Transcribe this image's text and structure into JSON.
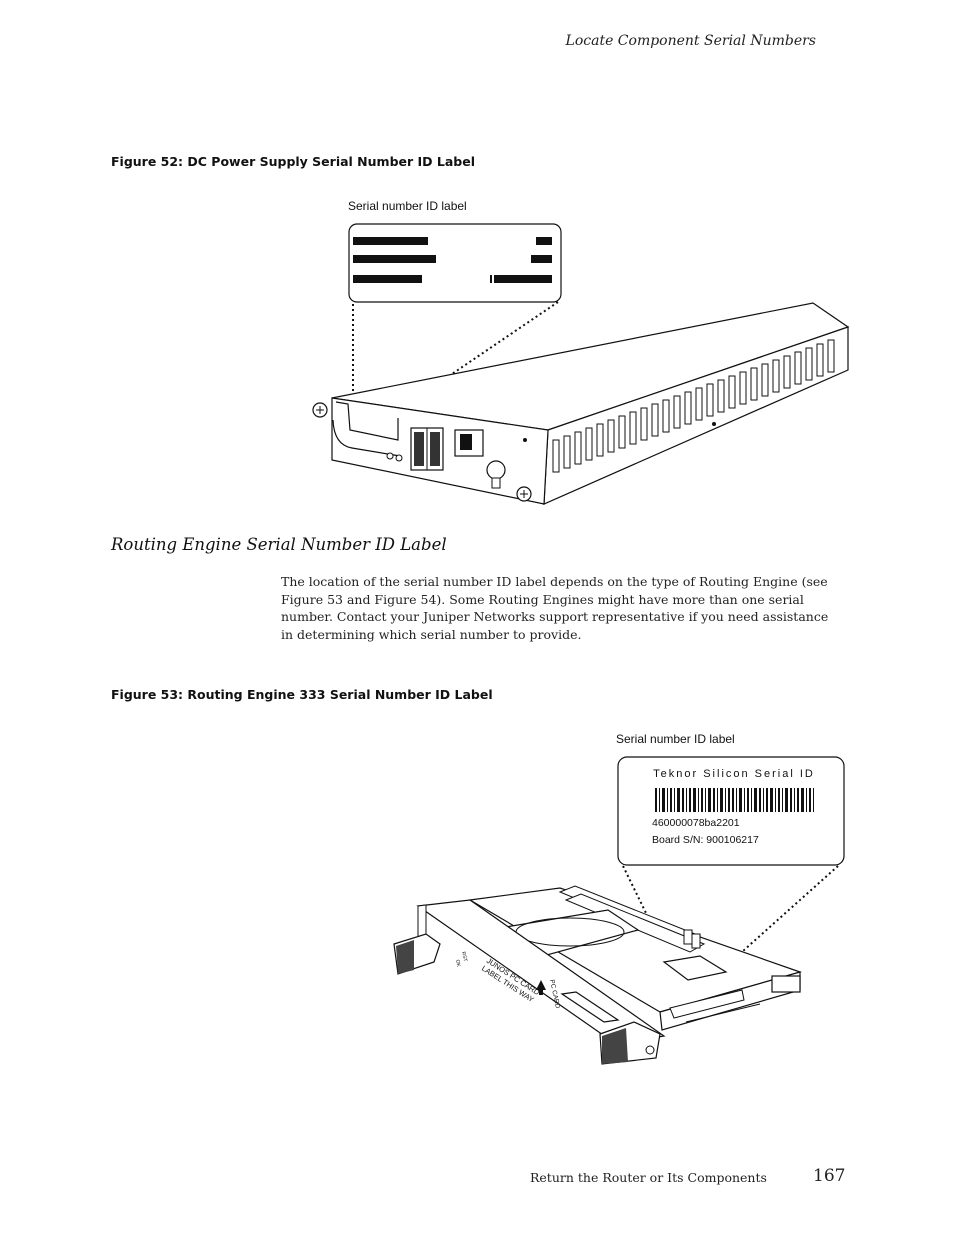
{
  "header": {
    "running_title": "Locate Component Serial Numbers"
  },
  "figure52": {
    "caption": "Figure 52: DC Power Supply Serial Number ID Label",
    "callout": "Serial number ID label"
  },
  "section": {
    "heading": "Routing Engine Serial Number ID Label",
    "paragraph": "The location of the serial number ID label depends on the type of Routing Engine (see Figure 53 and Figure 54). Some Routing Engines might have more than one serial number. Contact your Juniper Networks support representative if you need assistance in determining which serial number to provide."
  },
  "figure53": {
    "caption": "Figure 53: Routing Engine 333 Serial Number ID Label",
    "callout": "Serial number ID label",
    "label_brand": "Teknor Silicon Serial ID",
    "label_code": "460000078ba2201",
    "label_board_sn": "Board S/N: 900106217",
    "panel_text_line1": "JUNOS PC CARD",
    "panel_text_line2": "LABEL THIS WAY",
    "panel_text_pccard": "PC CARD",
    "panel_text_rst": "RST",
    "panel_text_ok": "OK"
  },
  "footer": {
    "title": "Return the Router or Its Components",
    "page_number": "167"
  }
}
